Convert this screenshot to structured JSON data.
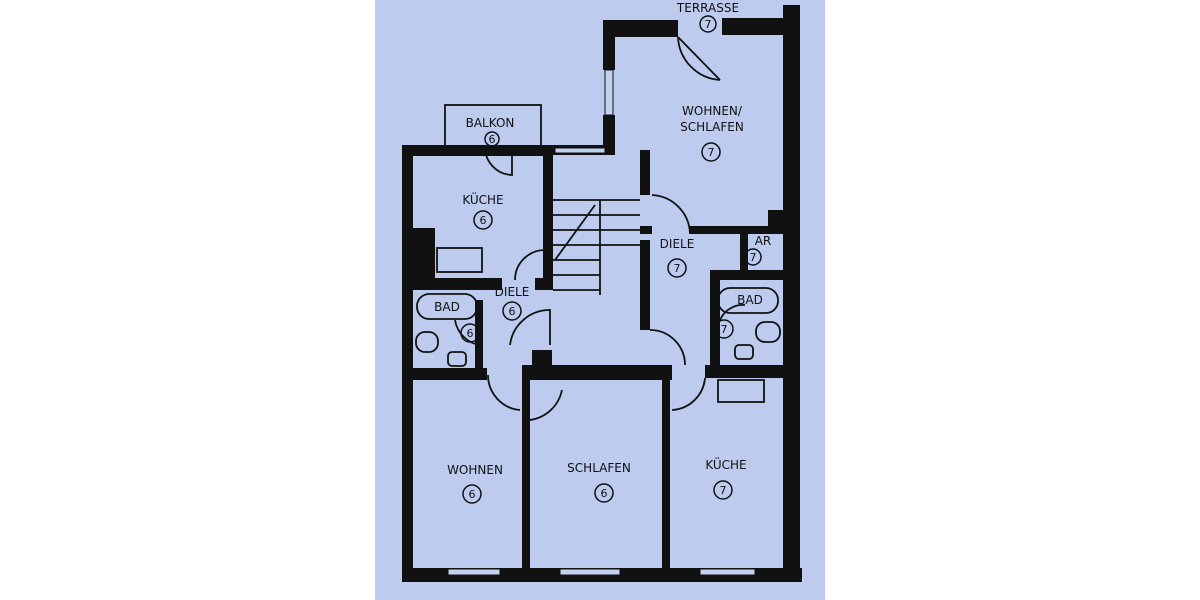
{
  "paper_color": "#bccbee",
  "ink_color": "#111111",
  "rooms": [
    {
      "id": "terrasse",
      "label": "TERRASSE",
      "unit": "7"
    },
    {
      "id": "wohnen-schlafen",
      "label": "WOHNEN/",
      "label2": "SCHLAFEN",
      "unit": "7"
    },
    {
      "id": "balkon",
      "label": "BALKON",
      "unit": "6"
    },
    {
      "id": "kueche-6",
      "label": "KÜCHE",
      "unit": "6"
    },
    {
      "id": "diele-7",
      "label": "DIELE",
      "unit": "7"
    },
    {
      "id": "ar",
      "label": "AR",
      "unit": "7"
    },
    {
      "id": "bad-6",
      "label": "BAD",
      "unit": "6"
    },
    {
      "id": "diele-6",
      "label": "DIELE",
      "unit": "6"
    },
    {
      "id": "bad-7",
      "label": "BAD",
      "unit": "7"
    },
    {
      "id": "wohnen",
      "label": "WOHNEN",
      "unit": "6"
    },
    {
      "id": "schlafen",
      "label": "SCHLAFEN",
      "unit": "6"
    },
    {
      "id": "kueche-7",
      "label": "KÜCHE",
      "unit": "7"
    }
  ]
}
